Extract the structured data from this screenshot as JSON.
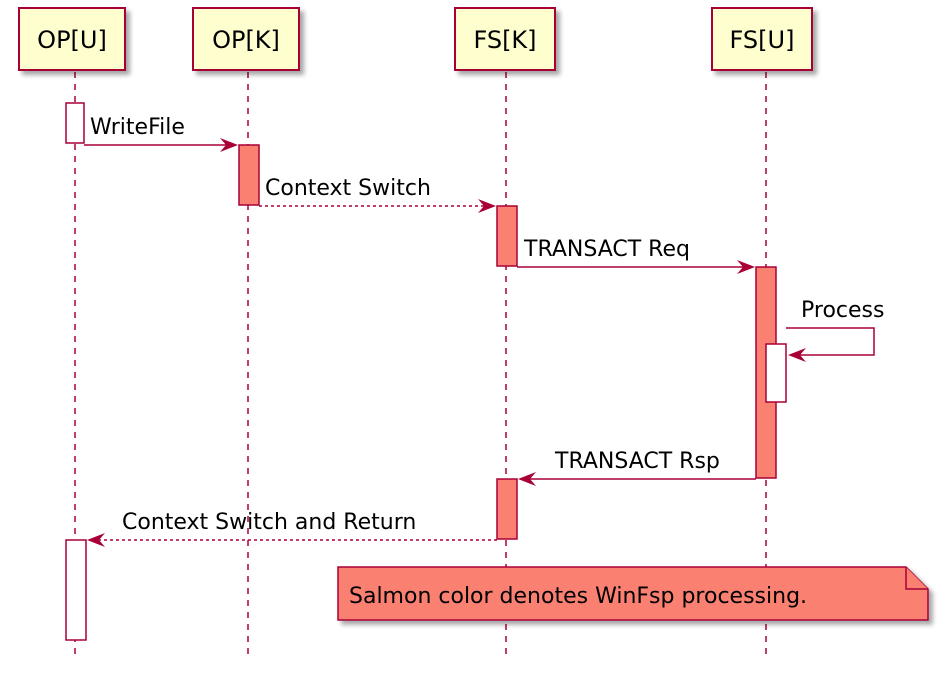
{
  "participants": [
    {
      "id": "opu",
      "label": "OP[U]"
    },
    {
      "id": "opk",
      "label": "OP[K]"
    },
    {
      "id": "fsk",
      "label": "FS[K]"
    },
    {
      "id": "fsu",
      "label": "FS[U]"
    }
  ],
  "messages": [
    {
      "label": "WriteFile",
      "from": "OP[U]",
      "to": "OP[K]",
      "style": "solid"
    },
    {
      "label": "Context Switch",
      "from": "OP[K]",
      "to": "FS[K]",
      "style": "dashed"
    },
    {
      "label": "TRANSACT Req",
      "from": "FS[K]",
      "to": "FS[U]",
      "style": "solid"
    },
    {
      "label": "Process",
      "from": "FS[U]",
      "to": "FS[U]",
      "style": "solid"
    },
    {
      "label": "TRANSACT Rsp",
      "from": "FS[U]",
      "to": "FS[K]",
      "style": "solid"
    },
    {
      "label": "Context Switch and Return",
      "from": "FS[K]",
      "to": "OP[U]",
      "style": "dashed"
    }
  ],
  "note": {
    "text": "Salmon color denotes WinFsp processing."
  },
  "colors": {
    "border": "#A80036",
    "participant_fill": "#FEFECE",
    "salmon": "#FA8072",
    "white": "#FFFFFF"
  }
}
